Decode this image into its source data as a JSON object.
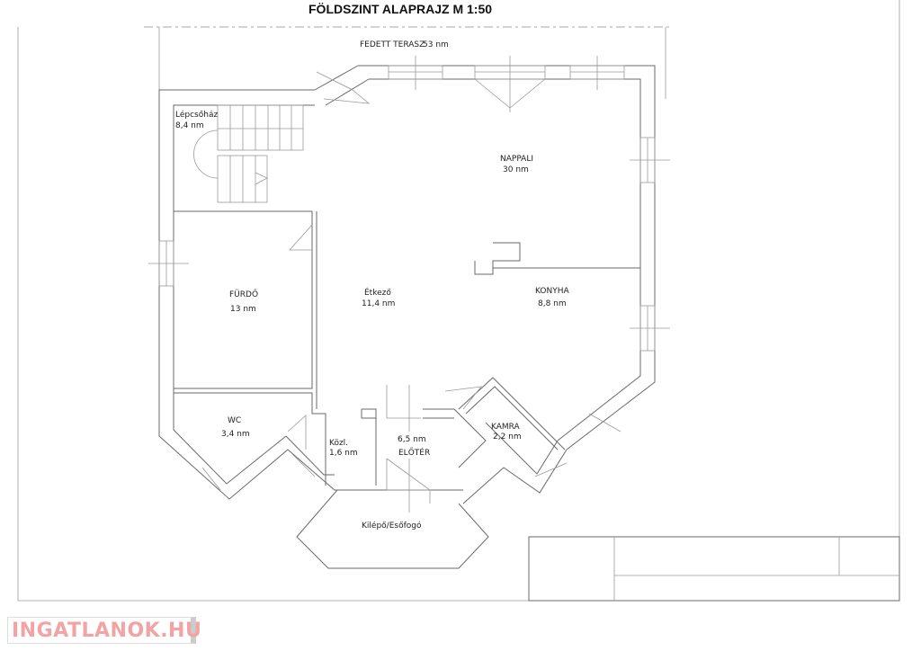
{
  "title": "FÖLDSZINT ALAPRAJZ  M 1:50",
  "rooms": {
    "terasz": {
      "name": "FEDETT TERASZ",
      "area": "53 nm"
    },
    "lepcsohaz": {
      "name": "Lépcsőház",
      "area": "8,4 nm"
    },
    "nappali": {
      "name": "NAPPALI",
      "area": "30 nm"
    },
    "furdo": {
      "name": "FÜRDŐ",
      "area": "13 nm"
    },
    "etkezo": {
      "name": "Étkező",
      "area": "11,4 nm"
    },
    "konyha": {
      "name": "KONYHA",
      "area": "8,8 nm"
    },
    "wc": {
      "name": "WC",
      "area": "3,4 nm"
    },
    "kozl": {
      "name": "Közl.",
      "area": "1,6 nm"
    },
    "eloter": {
      "name": "ELŐTÉR",
      "area": "6,5 nm"
    },
    "kamra": {
      "name": "KAMRA",
      "area": "2,2 nm"
    },
    "kilepo": {
      "name": "Kilépő/Esőfogó"
    }
  },
  "watermark": "INGATLANOK.HU",
  "colors": {
    "watermark": "#f2a3a3",
    "lines": "#6a6a6a"
  }
}
